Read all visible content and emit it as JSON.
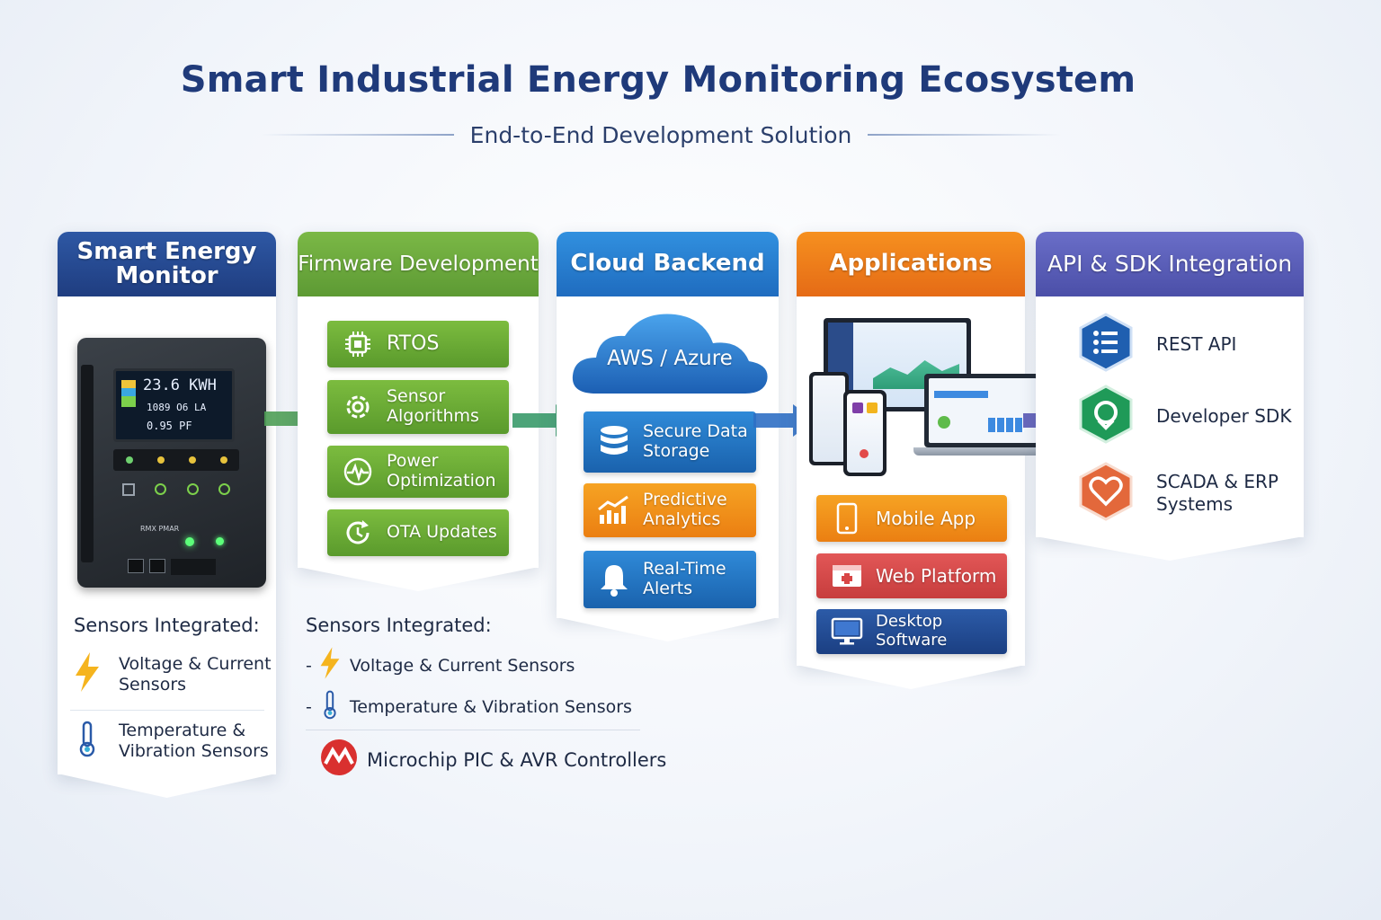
{
  "header": {
    "title": "Smart Industrial Energy Monitoring Ecosystem",
    "subtitle": "End-to-End Development Solution"
  },
  "monitor": {
    "title": "Smart Energy Monitor",
    "readouts": [
      "23.6 KWH",
      "1089 O6 LA",
      "0.95 PF"
    ],
    "device_label": "RMX PMAR",
    "sensors_title": "Sensors Integrated:",
    "sensors": [
      "Voltage & Current Sensors",
      "Temperature & Vibration Sensors"
    ]
  },
  "firmware": {
    "title": "Firmware Development",
    "items": [
      {
        "label": "RTOS",
        "icon": "chip-icon"
      },
      {
        "label": "Sensor Algorithms",
        "icon": "gear-icon"
      },
      {
        "label": "Power Optimization",
        "icon": "pulse-icon"
      },
      {
        "label": "OTA Updates",
        "icon": "refresh-icon"
      }
    ],
    "sensors_title": "Sensors Integrated:",
    "sensors": [
      "Voltage & Current Sensors",
      "Temperature & Vibration Sensors"
    ],
    "controller": "Microchip PIC & AVR Controllers"
  },
  "cloud": {
    "title": "Cloud Backend",
    "provider": "AWS / Azure",
    "items": [
      {
        "label": "Secure Data Storage",
        "icon": "database-icon"
      },
      {
        "label": "Predictive Analytics",
        "icon": "chart-icon"
      },
      {
        "label": "Real-Time Alerts",
        "icon": "bell-icon"
      }
    ]
  },
  "applications": {
    "title": "Applications",
    "items": [
      {
        "label": "Mobile App",
        "icon": "phone-icon"
      },
      {
        "label": "Web Platform",
        "icon": "browser-icon"
      },
      {
        "label": "Desktop Software",
        "icon": "monitor-icon"
      }
    ]
  },
  "api": {
    "title": "API & SDK Integration",
    "items": [
      {
        "label": "REST API",
        "icon": "list-icon"
      },
      {
        "label": "Developer SDK",
        "icon": "pin-icon"
      },
      {
        "label": "SCADA & ERP Systems",
        "icon": "heart-icon"
      }
    ]
  },
  "colors": {
    "monitor": "#2a4f98",
    "firmware": "#6aa83a",
    "cloud": "#2b7ed0",
    "applications": "#ee7d1c",
    "api": "#5a60b8"
  }
}
